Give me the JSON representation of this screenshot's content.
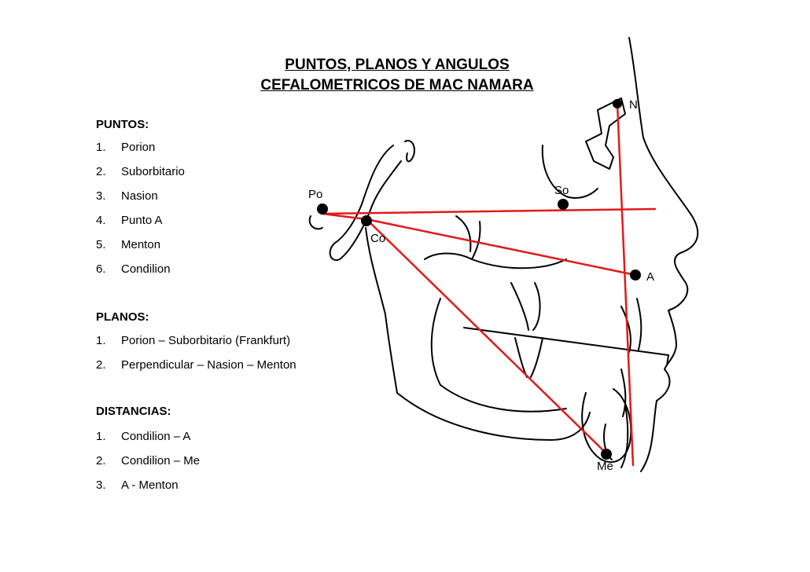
{
  "title": {
    "line1": "PUNTOS, PLANOS  Y ANGULOS",
    "line2": "CEFALOMETRICOS DE MAC NAMARA"
  },
  "sections": {
    "puntos": {
      "heading": "PUNTOS:",
      "items": [
        {
          "num": "1.",
          "label": "Porion"
        },
        {
          "num": "2.",
          "label": "Suborbitario"
        },
        {
          "num": "3.",
          "label": "Nasion"
        },
        {
          "num": "4.",
          "label": "Punto A"
        },
        {
          "num": "5.",
          "label": "Menton"
        },
        {
          "num": "6.",
          "label": "Condilion"
        }
      ]
    },
    "planos": {
      "heading": "PLANOS:",
      "items": [
        {
          "num": "1.",
          "label": "Porion – Suborbitario (Frankfurt)"
        },
        {
          "num": "2.",
          "label": "Perpendicular – Nasion – Menton"
        }
      ]
    },
    "distancias": {
      "heading": "DISTANCIAS:",
      "items": [
        {
          "num": "1.",
          "label": "Condilion – A"
        },
        {
          "num": "2.",
          "label": "Condilion – Me"
        },
        {
          "num": "3.",
          "label": "A - Menton"
        }
      ]
    }
  },
  "diagram": {
    "line_color": "#e01b1b",
    "point_color": "#000000",
    "points": {
      "N": "N",
      "Po": "Po",
      "So": "So",
      "Co": "Co",
      "A": "A",
      "Me": "Me"
    }
  }
}
